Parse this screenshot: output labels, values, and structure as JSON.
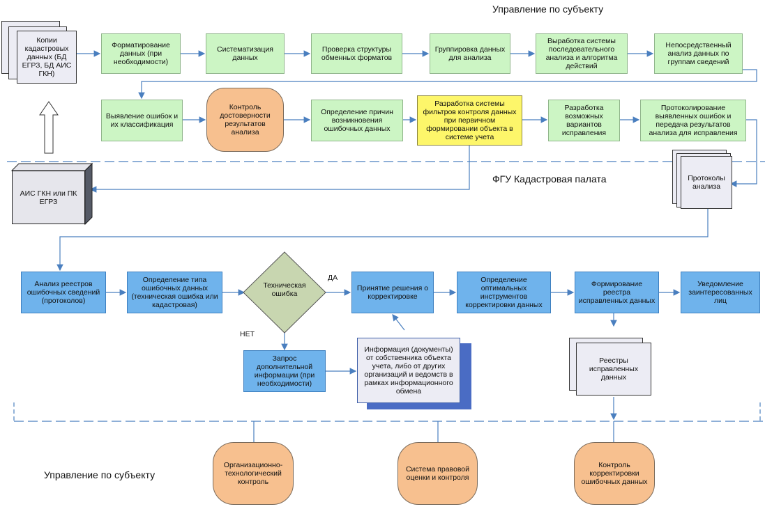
{
  "titles": {
    "top": "Управление по субъекту",
    "middle": "ФГУ Кадастровая палата",
    "bottom": "Управление по субъекту"
  },
  "row1": {
    "source": "Копии кадастровых данных (БД ЕГРЗ, БД АИС ГКН)",
    "steps": [
      "Форматирование данных (при необходимости)",
      "Систематизация данных",
      "Проверка структуры обменных форматов",
      "Группировка данных для анализа",
      "Выработка системы последовательного анализа и алгоритма действий",
      "Непосредственный анализ данных по группам сведений"
    ]
  },
  "row2": {
    "steps": [
      "Выявление ошибок и их классификация",
      "Контроль достоверности результатов анализа",
      "Определение причин возникновения ошибочных данных",
      "Разработка системы фильтров контроля данных при первичном формировании объекта в системе учета",
      "Разработка возможных вариантов исправления",
      "Протоколирование выявленных ошибок и передача результатов анализа для исправления"
    ]
  },
  "system": "АИС ГКН или ПК ЕГРЗ",
  "protocols": "Протоколы анализа",
  "row3": {
    "steps": [
      "Анализ реестров ошибочных сведений (протоколов)",
      "Определение типа ошибочных данных (техническая ошибка или кадастровая)",
      "Техническая ошибка",
      "Принятие решения о корректировке",
      "Определение оптимальных инструментов корректировки данных",
      "Формирование реестра исправленных данных",
      "Уведомление заинтересованных лиц"
    ],
    "yes": "ДА",
    "no": "НЕТ"
  },
  "request": "Запрос дополнительной информации (при необходимости)",
  "information": "Информация (документы) от собственника объекта учета, либо от других организаций и ведомств в рамках информационного обмена",
  "registers": "Реестры исправленных данных",
  "controls": [
    "Организационно-технологический контроль",
    "Система правовой оценки и контроля",
    "Контроль корректировки ошибочных данных"
  ]
}
